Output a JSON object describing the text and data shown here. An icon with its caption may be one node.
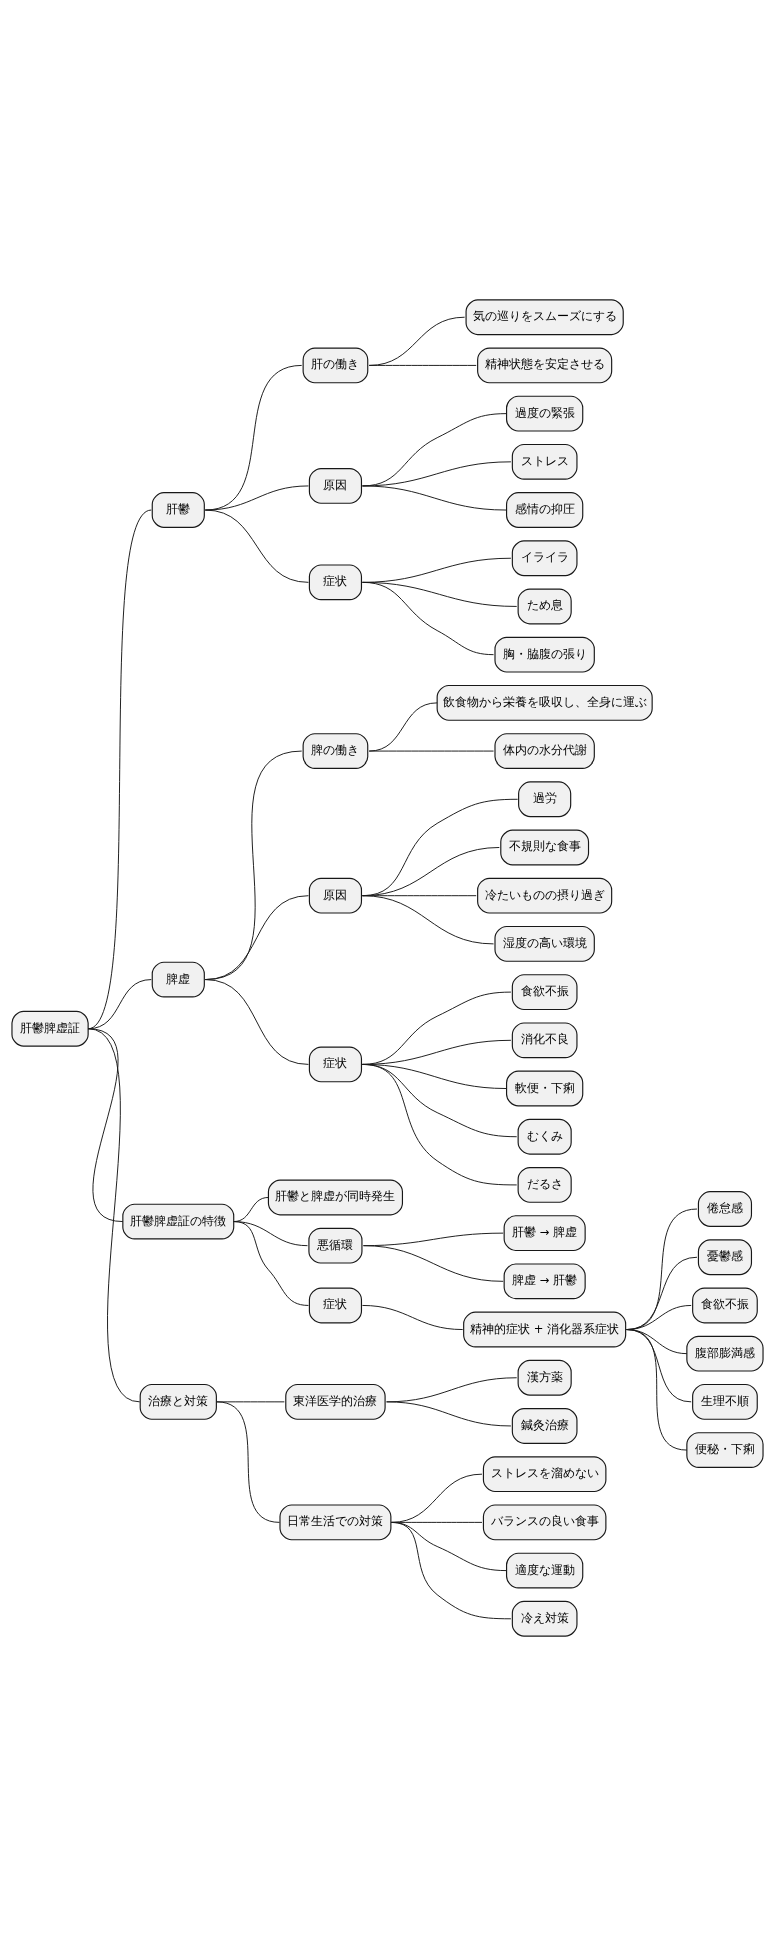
{
  "diagram": {
    "nodes": [
      {
        "text": [
          "肝鬱脾虚証"
        ]
      },
      {
        "text": [
          "肝鬱"
        ]
      },
      {
        "text": [
          "肝の働き"
        ]
      },
      {
        "text": [
          "気の巡りをスムーズにする"
        ]
      },
      {
        "text": [
          "精神状態を安定させる"
        ]
      },
      {
        "text": [
          "原因"
        ]
      },
      {
        "text": [
          "過度の緊張"
        ]
      },
      {
        "text": [
          "ストレス"
        ]
      },
      {
        "text": [
          "感情の抑圧"
        ]
      },
      {
        "text": [
          "症状"
        ]
      },
      {
        "text": [
          "イライラ"
        ]
      },
      {
        "text": [
          "ため息"
        ]
      },
      {
        "text": [
          "胸・脇腹の張り"
        ]
      },
      {
        "text": [
          "脾虚"
        ]
      },
      {
        "text": [
          "脾の働き"
        ]
      },
      {
        "text": [
          "飲食物から栄養を吸収し、全身に運ぶ"
        ]
      },
      {
        "text": [
          "体内の水分代謝"
        ]
      },
      {
        "text": [
          "原因"
        ]
      },
      {
        "text": [
          "過労"
        ]
      },
      {
        "text": [
          "不規則な食事"
        ]
      },
      {
        "text": [
          "冷たいものの摂り過ぎ"
        ]
      },
      {
        "text": [
          "湿度の高い環境"
        ]
      },
      {
        "text": [
          "症状"
        ]
      },
      {
        "text": [
          "食欲不振"
        ]
      },
      {
        "text": [
          "消化不良"
        ]
      },
      {
        "text": [
          "軟便・下痢"
        ]
      },
      {
        "text": [
          "むくみ"
        ]
      },
      {
        "text": [
          "だるさ"
        ]
      },
      {
        "text": [
          "肝鬱脾虚証の特徴"
        ]
      },
      {
        "text": [
          "肝鬱と脾虚が同時発生"
        ]
      },
      {
        "text": [
          "悪循環"
        ]
      },
      {
        "text": [
          "肝鬱 → 脾虚"
        ]
      },
      {
        "text": [
          "脾虚 → 肝鬱"
        ]
      },
      {
        "text": [
          "症状"
        ]
      },
      {
        "text": [
          "精神的症状 + 消化器系症状"
        ]
      },
      {
        "text": [
          "倦怠感"
        ]
      },
      {
        "text": [
          "憂鬱感"
        ]
      },
      {
        "text": [
          "食欲不振"
        ]
      },
      {
        "text": [
          "腹部膨満感"
        ]
      },
      {
        "text": [
          "生理不順"
        ]
      },
      {
        "text": [
          "便秘・下痢"
        ]
      },
      {
        "text": [
          "治療と対策"
        ]
      },
      {
        "text": [
          "東洋医学的治療"
        ]
      },
      {
        "text": [
          "漢方薬"
        ]
      },
      {
        "text": [
          "鍼灸治療"
        ]
      },
      {
        "text": [
          "日常生活での対策"
        ]
      },
      {
        "text": [
          "ストレスを溜めない"
        ]
      },
      {
        "text": [
          "バランスの良い食事"
        ]
      },
      {
        "text": [
          "適度な運動"
        ]
      },
      {
        "text": [
          "冷え対策"
        ]
      }
    ],
    "edges": [
      {
        "from": 0,
        "to": 1,
        "arrow": "none"
      },
      {
        "from": 1,
        "to": 2,
        "arrow": "none"
      },
      {
        "from": 2,
        "to": 3,
        "arrow": "none"
      },
      {
        "from": 2,
        "to": 4,
        "arrow": "none"
      },
      {
        "from": 1,
        "to": 5,
        "arrow": "none"
      },
      {
        "from": 5,
        "to": 6,
        "arrow": "none"
      },
      {
        "from": 5,
        "to": 7,
        "arrow": "none"
      },
      {
        "from": 5,
        "to": 8,
        "arrow": "none"
      },
      {
        "from": 1,
        "to": 9,
        "arrow": "none"
      },
      {
        "from": 9,
        "to": 10,
        "arrow": "none"
      },
      {
        "from": 9,
        "to": 11,
        "arrow": "none"
      },
      {
        "from": 9,
        "to": 12,
        "arrow": "none"
      },
      {
        "from": 0,
        "to": 13,
        "arrow": "none"
      },
      {
        "from": 13,
        "to": 14,
        "arrow": "none"
      },
      {
        "from": 14,
        "to": 15,
        "arrow": "none"
      },
      {
        "from": 14,
        "to": 16,
        "arrow": "none"
      },
      {
        "from": 13,
        "to": 17,
        "arrow": "none"
      },
      {
        "from": 17,
        "to": 18,
        "arrow": "none"
      },
      {
        "from": 17,
        "to": 19,
        "arrow": "none"
      },
      {
        "from": 17,
        "to": 20,
        "arrow": "none"
      },
      {
        "from": 17,
        "to": 21,
        "arrow": "none"
      },
      {
        "from": 13,
        "to": 22,
        "arrow": "none"
      },
      {
        "from": 22,
        "to": 23,
        "arrow": "none"
      },
      {
        "from": 22,
        "to": 24,
        "arrow": "none"
      },
      {
        "from": 22,
        "to": 25,
        "arrow": "none"
      },
      {
        "from": 22,
        "to": 26,
        "arrow": "none"
      },
      {
        "from": 22,
        "to": 27,
        "arrow": "none"
      },
      {
        "from": 0,
        "to": 28,
        "arrow": "none"
      },
      {
        "from": 28,
        "to": 29,
        "arrow": "none"
      },
      {
        "from": 28,
        "to": 30,
        "arrow": "none"
      },
      {
        "from": 30,
        "to": 31,
        "arrow": "none"
      },
      {
        "from": 30,
        "to": 32,
        "arrow": "none"
      },
      {
        "from": 28,
        "to": 33,
        "arrow": "none"
      },
      {
        "from": 33,
        "to": 34,
        "arrow": "none"
      },
      {
        "from": 34,
        "to": 35,
        "arrow": "none"
      },
      {
        "from": 34,
        "to": 36,
        "arrow": "none"
      },
      {
        "from": 34,
        "to": 37,
        "arrow": "none"
      },
      {
        "from": 34,
        "to": 38,
        "arrow": "none"
      },
      {
        "from": 34,
        "to": 39,
        "arrow": "none"
      },
      {
        "from": 34,
        "to": 40,
        "arrow": "none"
      },
      {
        "from": 0,
        "to": 41,
        "arrow": "none"
      },
      {
        "from": 41,
        "to": 42,
        "arrow": "none"
      },
      {
        "from": 42,
        "to": 43,
        "arrow": "none"
      },
      {
        "from": 42,
        "to": 44,
        "arrow": "none"
      },
      {
        "from": 41,
        "to": 45,
        "arrow": "none"
      },
      {
        "from": 45,
        "to": 46,
        "arrow": "none"
      },
      {
        "from": 45,
        "to": 47,
        "arrow": "none"
      },
      {
        "from": 45,
        "to": 48,
        "arrow": "none"
      },
      {
        "from": 45,
        "to": 49,
        "arrow": "none"
      }
    ]
  }
}
